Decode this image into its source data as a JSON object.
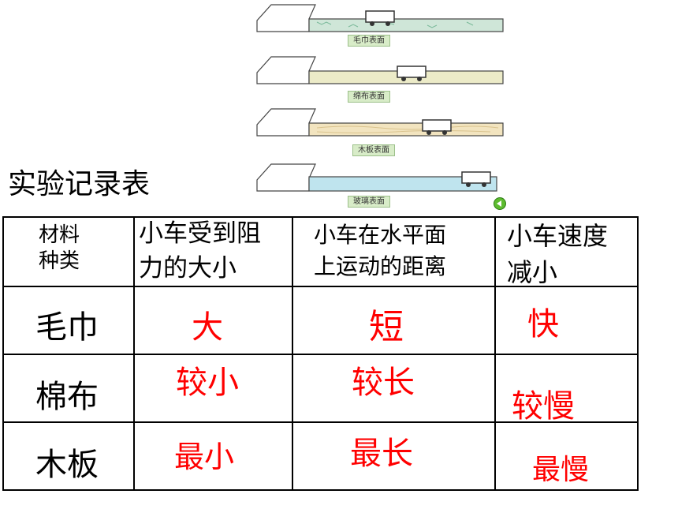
{
  "surfaces": [
    {
      "caption": "毛巾表面",
      "color": "#cfe6d8"
    },
    {
      "caption": "绵布表面",
      "color": "#ecebc8"
    },
    {
      "caption": "木板表面",
      "color": "#f2e4bf"
    },
    {
      "caption": "玻璃表面",
      "color": "#bfe4ee"
    }
  ],
  "title": "实验记录表",
  "table": {
    "headers": [
      "材料\n种类",
      "小车受到阻\n力的大小",
      "小车在水平面\n上运动的距离",
      "小车速度\n减小"
    ],
    "rows": [
      {
        "material": "毛巾",
        "resistance": "大",
        "distance": "短",
        "speed": "快"
      },
      {
        "material": "棉布",
        "resistance": "较小",
        "distance": "较长",
        "speed": "较慢"
      },
      {
        "material": "木板",
        "resistance": "最小",
        "distance": "最长",
        "speed": "最慢"
      }
    ]
  },
  "colors": {
    "answer": "#ff0000"
  }
}
